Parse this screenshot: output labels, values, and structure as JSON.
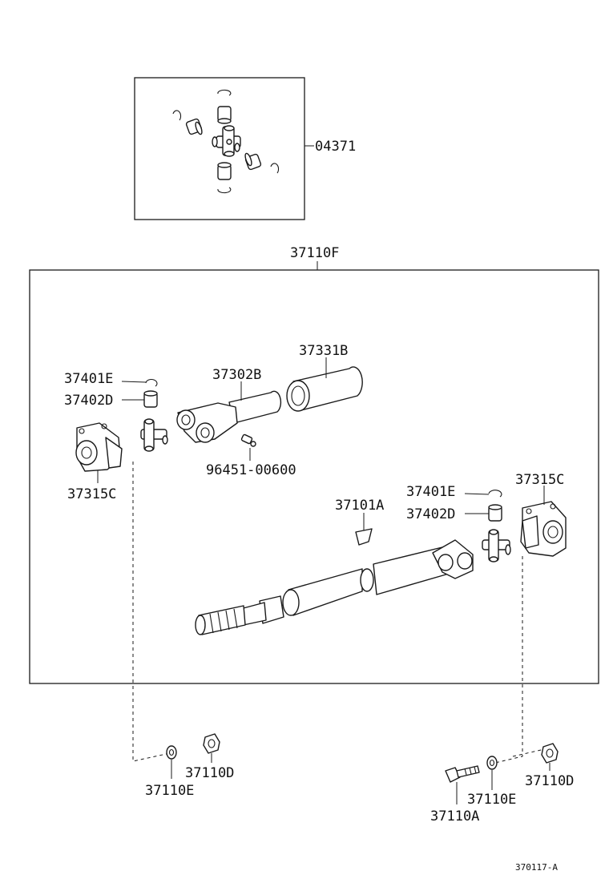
{
  "labels": {
    "kit": "04371",
    "assembly": "37110F",
    "tube_left": "37331B",
    "yoke_front": "37302B",
    "snap_ring_left": "37401E",
    "bearing_left": "37402D",
    "flange_left": "37315C",
    "grease_fitting": "96451-00600",
    "balance_weight": "37101A",
    "snap_ring_right": "37401E",
    "bearing_right": "37402D",
    "flange_right": "37315C",
    "nut_left": "37110D",
    "washer_left": "37110E",
    "bolt_right": "37110A",
    "washer_right": "37110E",
    "nut_right": "37110D",
    "figure_code": "370117-A"
  }
}
